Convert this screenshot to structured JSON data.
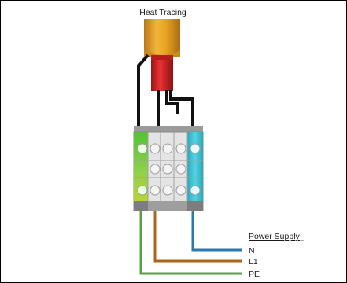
{
  "title": "Heat Tracing",
  "power_supply": {
    "heading": "Power Supply",
    "lines": [
      {
        "label": "N",
        "color": "#2a7ab0"
      },
      {
        "label": "L1",
        "color": "#a8661e"
      },
      {
        "label": "PE",
        "color": "#5aa043"
      }
    ]
  },
  "colors": {
    "cable_outer": "#e8a321",
    "cable_inner": "#d8262a",
    "core_wire": "#111111",
    "terminal_earth": "#5cc43a",
    "terminal_neutral": "#3bbfd0",
    "terminal_body": "#e2e2e2"
  },
  "icons": [
    "heat-tracing-cable",
    "terminal-block"
  ]
}
